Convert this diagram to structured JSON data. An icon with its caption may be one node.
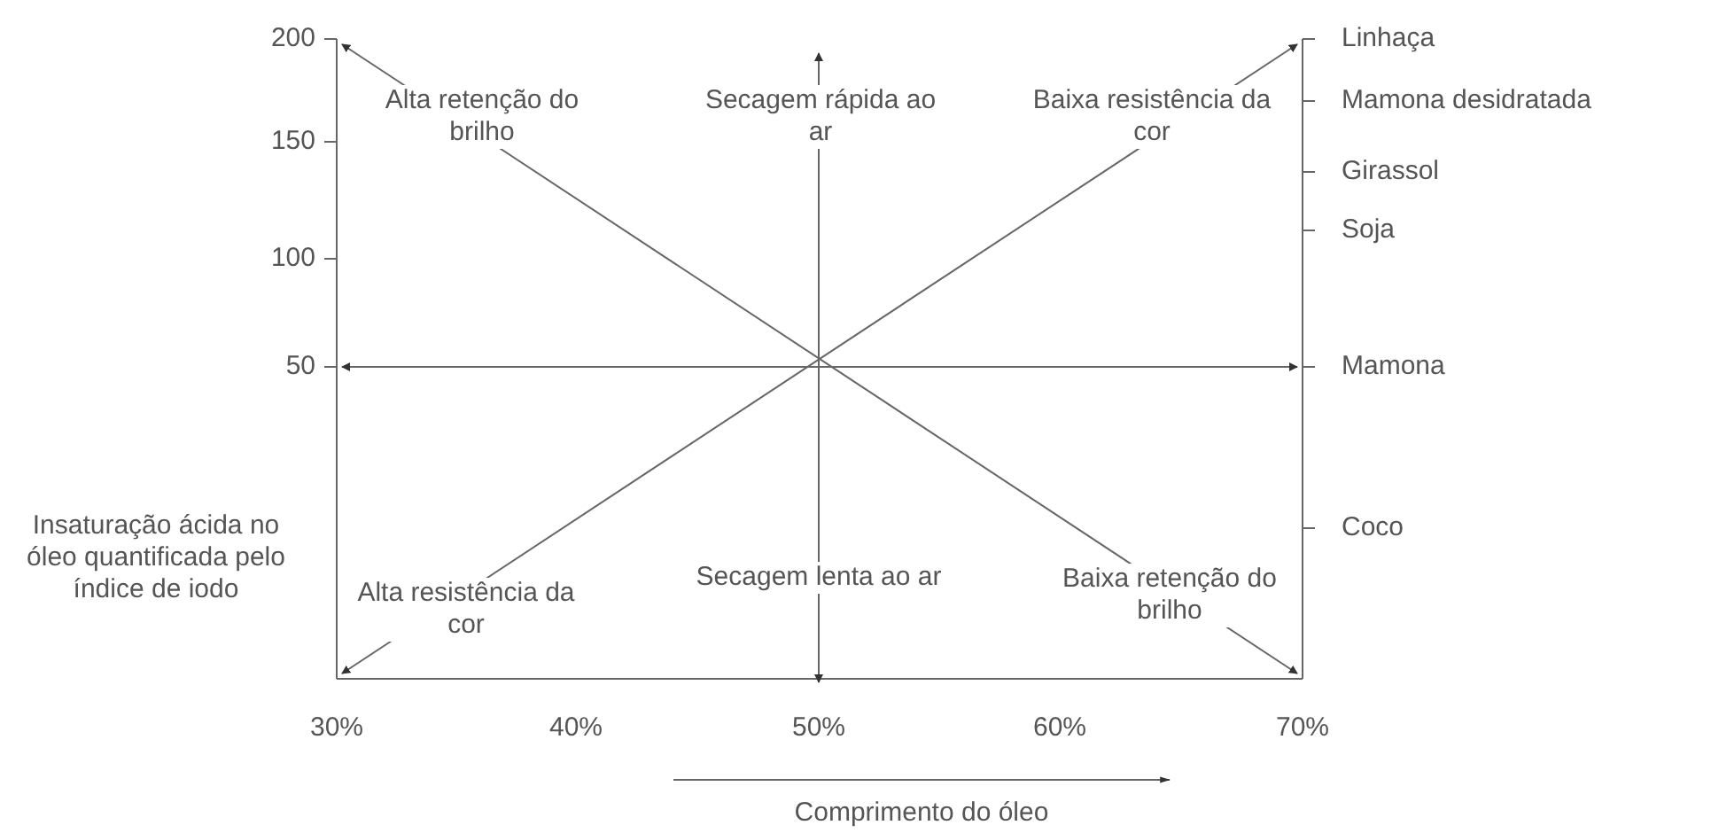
{
  "diagram": {
    "labels": [
      "200",
      "Alta retenção do brilho",
      "Secagem rápida ao ar",
      "Baixa resistência da cor",
      "Linhaça",
      "Mamona desidratada",
      "150",
      "Girassol",
      "100",
      "Soja",
      "50",
      "Mamona",
      "Insaturação ácida no óleo quantificada pelo índice de iodo",
      "Coco",
      "Alta resistência da cor",
      "Secagem lenta ao ar",
      "Baixa retenção do brilho",
      "30%",
      "40%",
      "50%",
      "60%",
      "70%",
      "Comprimento do óleo"
    ]
  }
}
